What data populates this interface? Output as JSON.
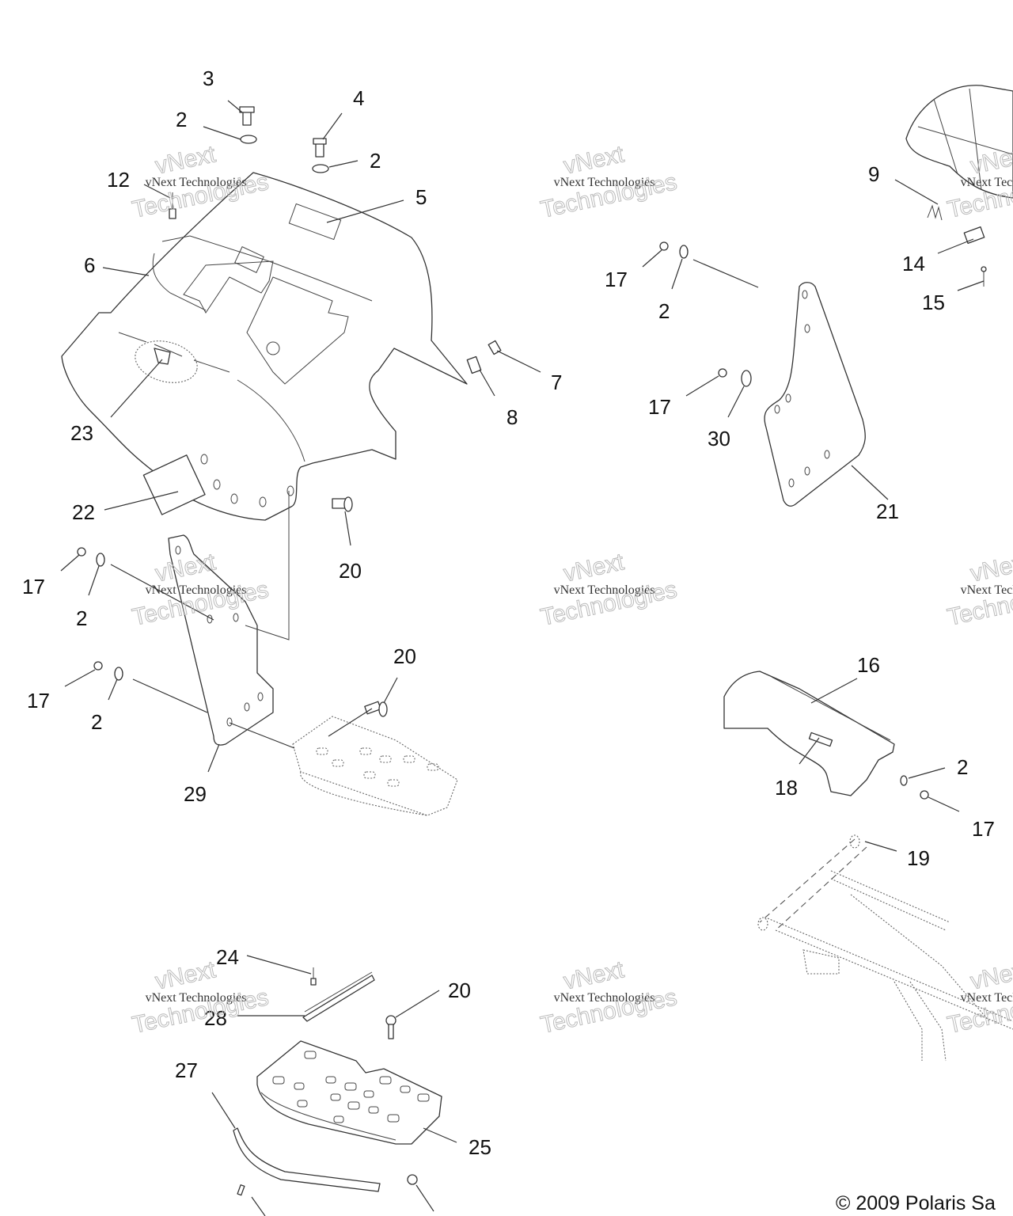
{
  "diagram": {
    "title": "Exploded parts diagram — rear fender, mud flaps, footrests and seat hardware",
    "watermark": {
      "line1": "vNext Technologies",
      "line2": "vNext",
      "line3": "Technologies"
    },
    "copyright": "© 2009 Polaris Sa",
    "callouts": [
      {
        "id": "c3",
        "label": "3"
      },
      {
        "id": "c2a",
        "label": "2"
      },
      {
        "id": "c4",
        "label": "4"
      },
      {
        "id": "c2b",
        "label": "2"
      },
      {
        "id": "c12",
        "label": "12"
      },
      {
        "id": "c5",
        "label": "5"
      },
      {
        "id": "c6",
        "label": "6"
      },
      {
        "id": "c7",
        "label": "7"
      },
      {
        "id": "c8",
        "label": "8"
      },
      {
        "id": "c23",
        "label": "23"
      },
      {
        "id": "c22",
        "label": "22"
      },
      {
        "id": "c20a",
        "label": "20"
      },
      {
        "id": "c17a",
        "label": "17"
      },
      {
        "id": "c2c",
        "label": "2"
      },
      {
        "id": "c17b",
        "label": "17"
      },
      {
        "id": "c2d",
        "label": "2"
      },
      {
        "id": "c29",
        "label": "29"
      },
      {
        "id": "c20b",
        "label": "20"
      },
      {
        "id": "c9",
        "label": "9"
      },
      {
        "id": "c14",
        "label": "14"
      },
      {
        "id": "c15",
        "label": "15"
      },
      {
        "id": "c17c",
        "label": "17"
      },
      {
        "id": "c2e",
        "label": "2"
      },
      {
        "id": "c17d",
        "label": "17"
      },
      {
        "id": "c30",
        "label": "30"
      },
      {
        "id": "c21",
        "label": "21"
      },
      {
        "id": "c16",
        "label": "16"
      },
      {
        "id": "c18",
        "label": "18"
      },
      {
        "id": "c2f",
        "label": "2"
      },
      {
        "id": "c17e",
        "label": "17"
      },
      {
        "id": "c19",
        "label": "19"
      },
      {
        "id": "c24",
        "label": "24"
      },
      {
        "id": "c28",
        "label": "28"
      },
      {
        "id": "c20c",
        "label": "20"
      },
      {
        "id": "c27",
        "label": "27"
      },
      {
        "id": "c25",
        "label": "25"
      }
    ]
  }
}
